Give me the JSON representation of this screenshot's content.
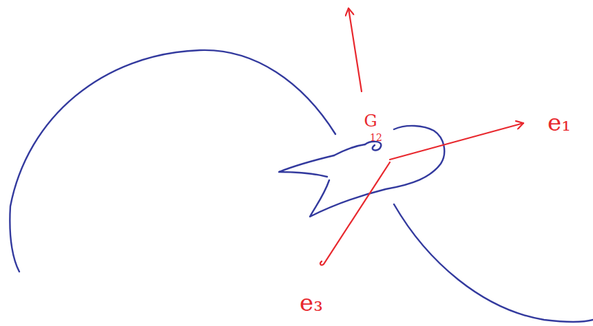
{
  "diagram": {
    "labels": [
      "G",
      "12",
      "e₁",
      "e₃"
    ]
  }
}
